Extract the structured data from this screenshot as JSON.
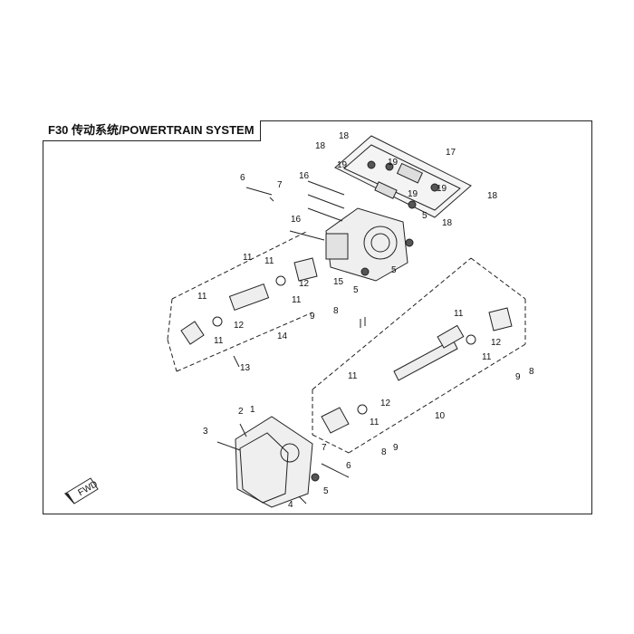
{
  "title": "F30 传动系统/POWERTRAIN SYSTEM",
  "fwd_label": "FWD",
  "callouts": [
    {
      "id": "c18a",
      "text": "18"
    },
    {
      "id": "c18b",
      "text": "18"
    },
    {
      "id": "c18c",
      "text": "18"
    },
    {
      "id": "c18d",
      "text": "18"
    },
    {
      "id": "c17",
      "text": "17"
    },
    {
      "id": "c19a",
      "text": "19"
    },
    {
      "id": "c19b",
      "text": "19"
    },
    {
      "id": "c19c",
      "text": "19"
    },
    {
      "id": "c19d",
      "text": "19"
    },
    {
      "id": "c16a",
      "text": "16"
    },
    {
      "id": "c16b",
      "text": "16"
    },
    {
      "id": "c6a",
      "text": "6"
    },
    {
      "id": "c7a",
      "text": "7"
    },
    {
      "id": "c5a",
      "text": "5"
    },
    {
      "id": "c5b",
      "text": "5"
    },
    {
      "id": "c5c",
      "text": "5"
    },
    {
      "id": "c15",
      "text": "15"
    },
    {
      "id": "c11a",
      "text": "11"
    },
    {
      "id": "c11b",
      "text": "11"
    },
    {
      "id": "c11c",
      "text": "11"
    },
    {
      "id": "c11d",
      "text": "11"
    },
    {
      "id": "c12a",
      "text": "12"
    },
    {
      "id": "c12b",
      "text": "12"
    },
    {
      "id": "c9a",
      "text": "9"
    },
    {
      "id": "c8a",
      "text": "8"
    },
    {
      "id": "c14",
      "text": "14"
    },
    {
      "id": "c13",
      "text": "13"
    },
    {
      "id": "c11e",
      "text": "11"
    },
    {
      "id": "c12c",
      "text": "12"
    },
    {
      "id": "c11f",
      "text": "11"
    },
    {
      "id": "c9b",
      "text": "9"
    },
    {
      "id": "c8b",
      "text": "8"
    },
    {
      "id": "c11g",
      "text": "11"
    },
    {
      "id": "c11h",
      "text": "11"
    },
    {
      "id": "c12d",
      "text": "12"
    },
    {
      "id": "c11i",
      "text": "11"
    },
    {
      "id": "c10",
      "text": "10"
    },
    {
      "id": "c1",
      "text": "1"
    },
    {
      "id": "c2",
      "text": "2"
    },
    {
      "id": "c3",
      "text": "3"
    },
    {
      "id": "c7b",
      "text": "7"
    },
    {
      "id": "c8c",
      "text": "8"
    },
    {
      "id": "c9c",
      "text": "9"
    },
    {
      "id": "c6b",
      "text": "6"
    },
    {
      "id": "c5d",
      "text": "5"
    },
    {
      "id": "c4",
      "text": "4"
    }
  ]
}
